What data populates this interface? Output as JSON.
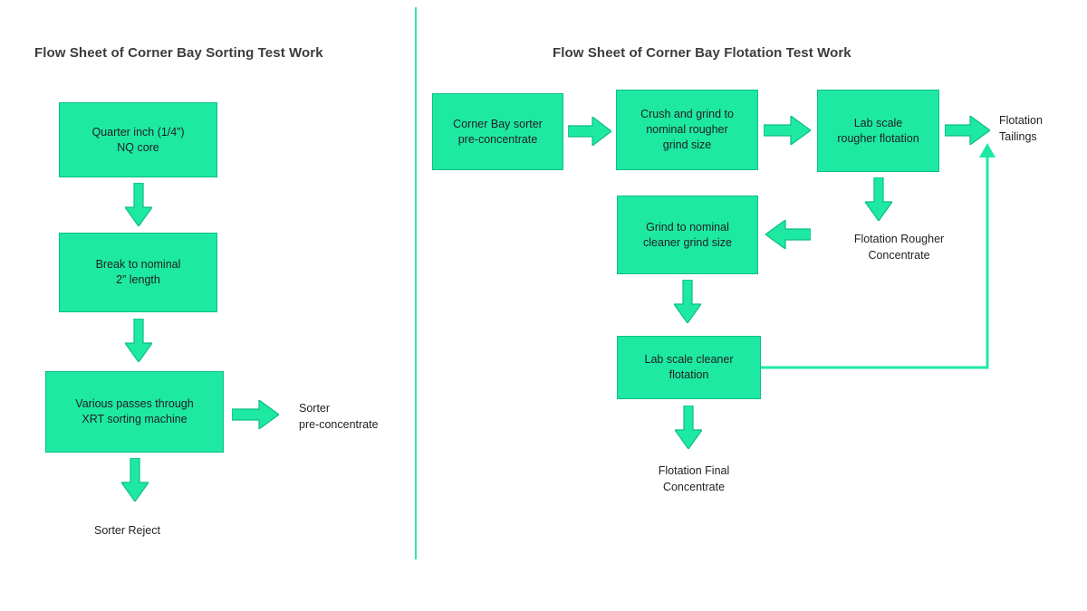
{
  "colors": {
    "box_fill": "#1ee9a2",
    "box_border": "#0cbf82",
    "divider": "#2fe9ad",
    "title_text": "#3c3c3c",
    "body_text": "#1f1f1f"
  },
  "left_chart": {
    "title": "Flow Sheet of Corner Bay Sorting Test Work",
    "nodes": {
      "nq_core": "Quarter inch (1/4”)\nNQ core",
      "break_nominal": "Break to nominal\n2” length",
      "xrt_sorting": "Various passes through\nXRT sorting machine"
    },
    "outputs": {
      "sorter_preconcentrate": "Sorter\npre-concentrate",
      "sorter_reject": "Sorter Reject"
    }
  },
  "right_chart": {
    "title": "Flow Sheet of Corner Bay Flotation Test Work",
    "nodes": {
      "sorter_preconcentrate": "Corner Bay sorter\npre-concentrate",
      "crush_grind": "Crush and grind to\nnominal rougher\ngrind size",
      "rougher_flotation": "Lab scale\nrougher flotation",
      "cleaner_grind": "Grind to nominal\ncleaner grind size",
      "cleaner_flotation": "Lab scale cleaner\nflotation"
    },
    "outputs": {
      "flotation_tailings": "Flotation\nTailings",
      "rougher_concentrate": "Flotation Rougher\nConcentrate",
      "final_concentrate": "Flotation Final\nConcentrate"
    }
  }
}
